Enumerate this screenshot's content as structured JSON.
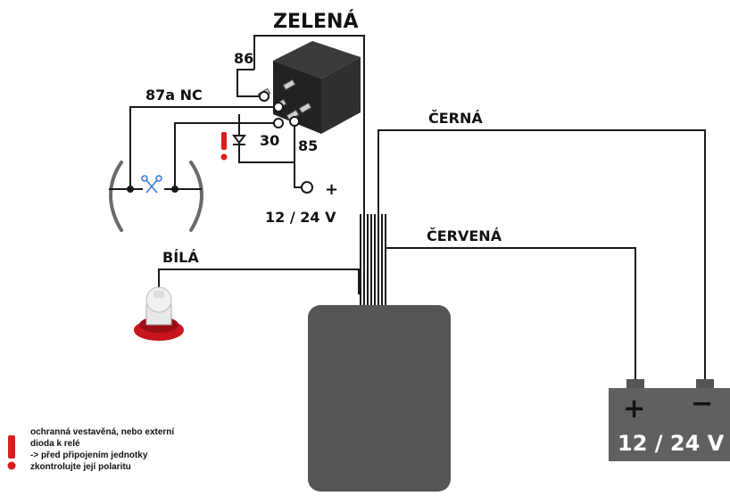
{
  "labels": {
    "relay_title": "ZELENÁ",
    "pin_86": "86",
    "pin_87a": "87a NC",
    "pin_30": "30",
    "pin_85": "85",
    "supply_plus": "+",
    "supply_voltage": "12 / 24 V",
    "black_wire": "ČERNÁ",
    "red_wire": "ČERVENÁ",
    "white_wire": "BÍLÁ",
    "battery_plus": "+",
    "battery_minus": "−",
    "battery_voltage": "12 / 24 V"
  },
  "note": {
    "line1": "ochranná vestavěná, nebo externí",
    "line2": "dioda k relé",
    "line3": "-> před připojením jednotky",
    "line4": "zkontrolujte její polaritu"
  },
  "colors": {
    "wire": "#1a1a1a",
    "relay_body": "#2b2b2b",
    "unit_body": "#555555",
    "battery_body": "#606060",
    "warning": "#d81e1e",
    "scissors": "#3a7bd5",
    "cut_wire": "#6a6a6a",
    "lamp_base": "#c8141e"
  },
  "icons": [
    "relay-icon",
    "diode-icon",
    "scissors-icon",
    "warning-icon",
    "key-lamp-icon",
    "battery-icon"
  ]
}
